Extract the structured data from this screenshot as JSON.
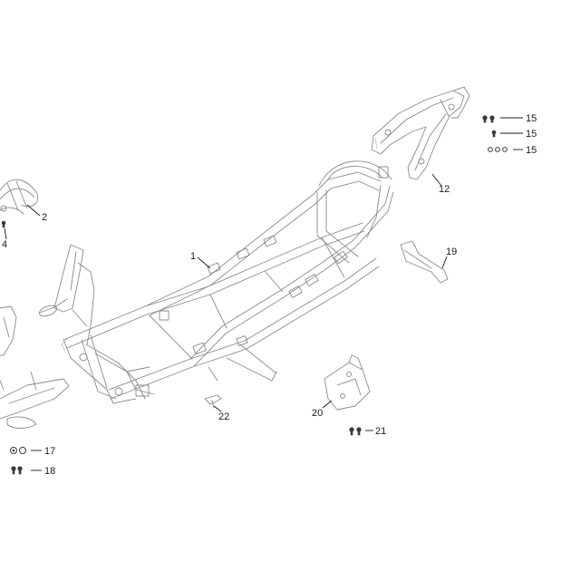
{
  "callouts": {
    "c1": "1",
    "c2": "2",
    "c4": "4",
    "c12": "12",
    "c15a": "15",
    "c15b": "15",
    "c15c": "15",
    "c17": "17",
    "c18": "18",
    "c19": "19",
    "c20": "20",
    "c21": "21",
    "c22": "22"
  }
}
